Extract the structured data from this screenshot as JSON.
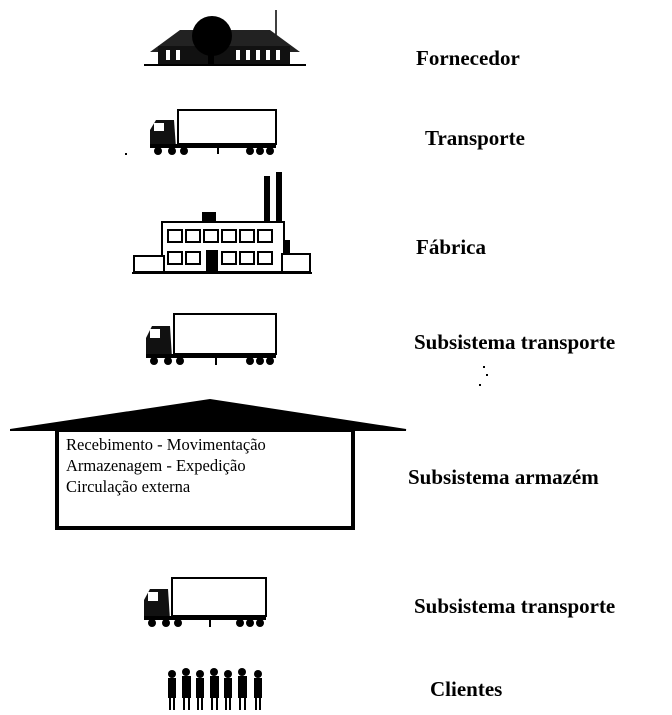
{
  "stages": [
    {
      "label": "Fornecedor",
      "icon": "supplier-building-icon"
    },
    {
      "label": "Transporte",
      "icon": "truck-icon"
    },
    {
      "label": "Fábrica",
      "icon": "factory-icon"
    },
    {
      "label": "Subsistema transporte",
      "icon": "truck-icon"
    },
    {
      "label": "Subsistema armazém",
      "icon": "warehouse-icon"
    },
    {
      "label": "Subsistema transporte",
      "icon": "truck-icon"
    },
    {
      "label": "Clientes",
      "icon": "customers-icon"
    }
  ],
  "warehouse": {
    "lines": [
      "Recebimento - Movimentação",
      "Armazenagem - Expedição",
      "Circulação externa"
    ]
  }
}
